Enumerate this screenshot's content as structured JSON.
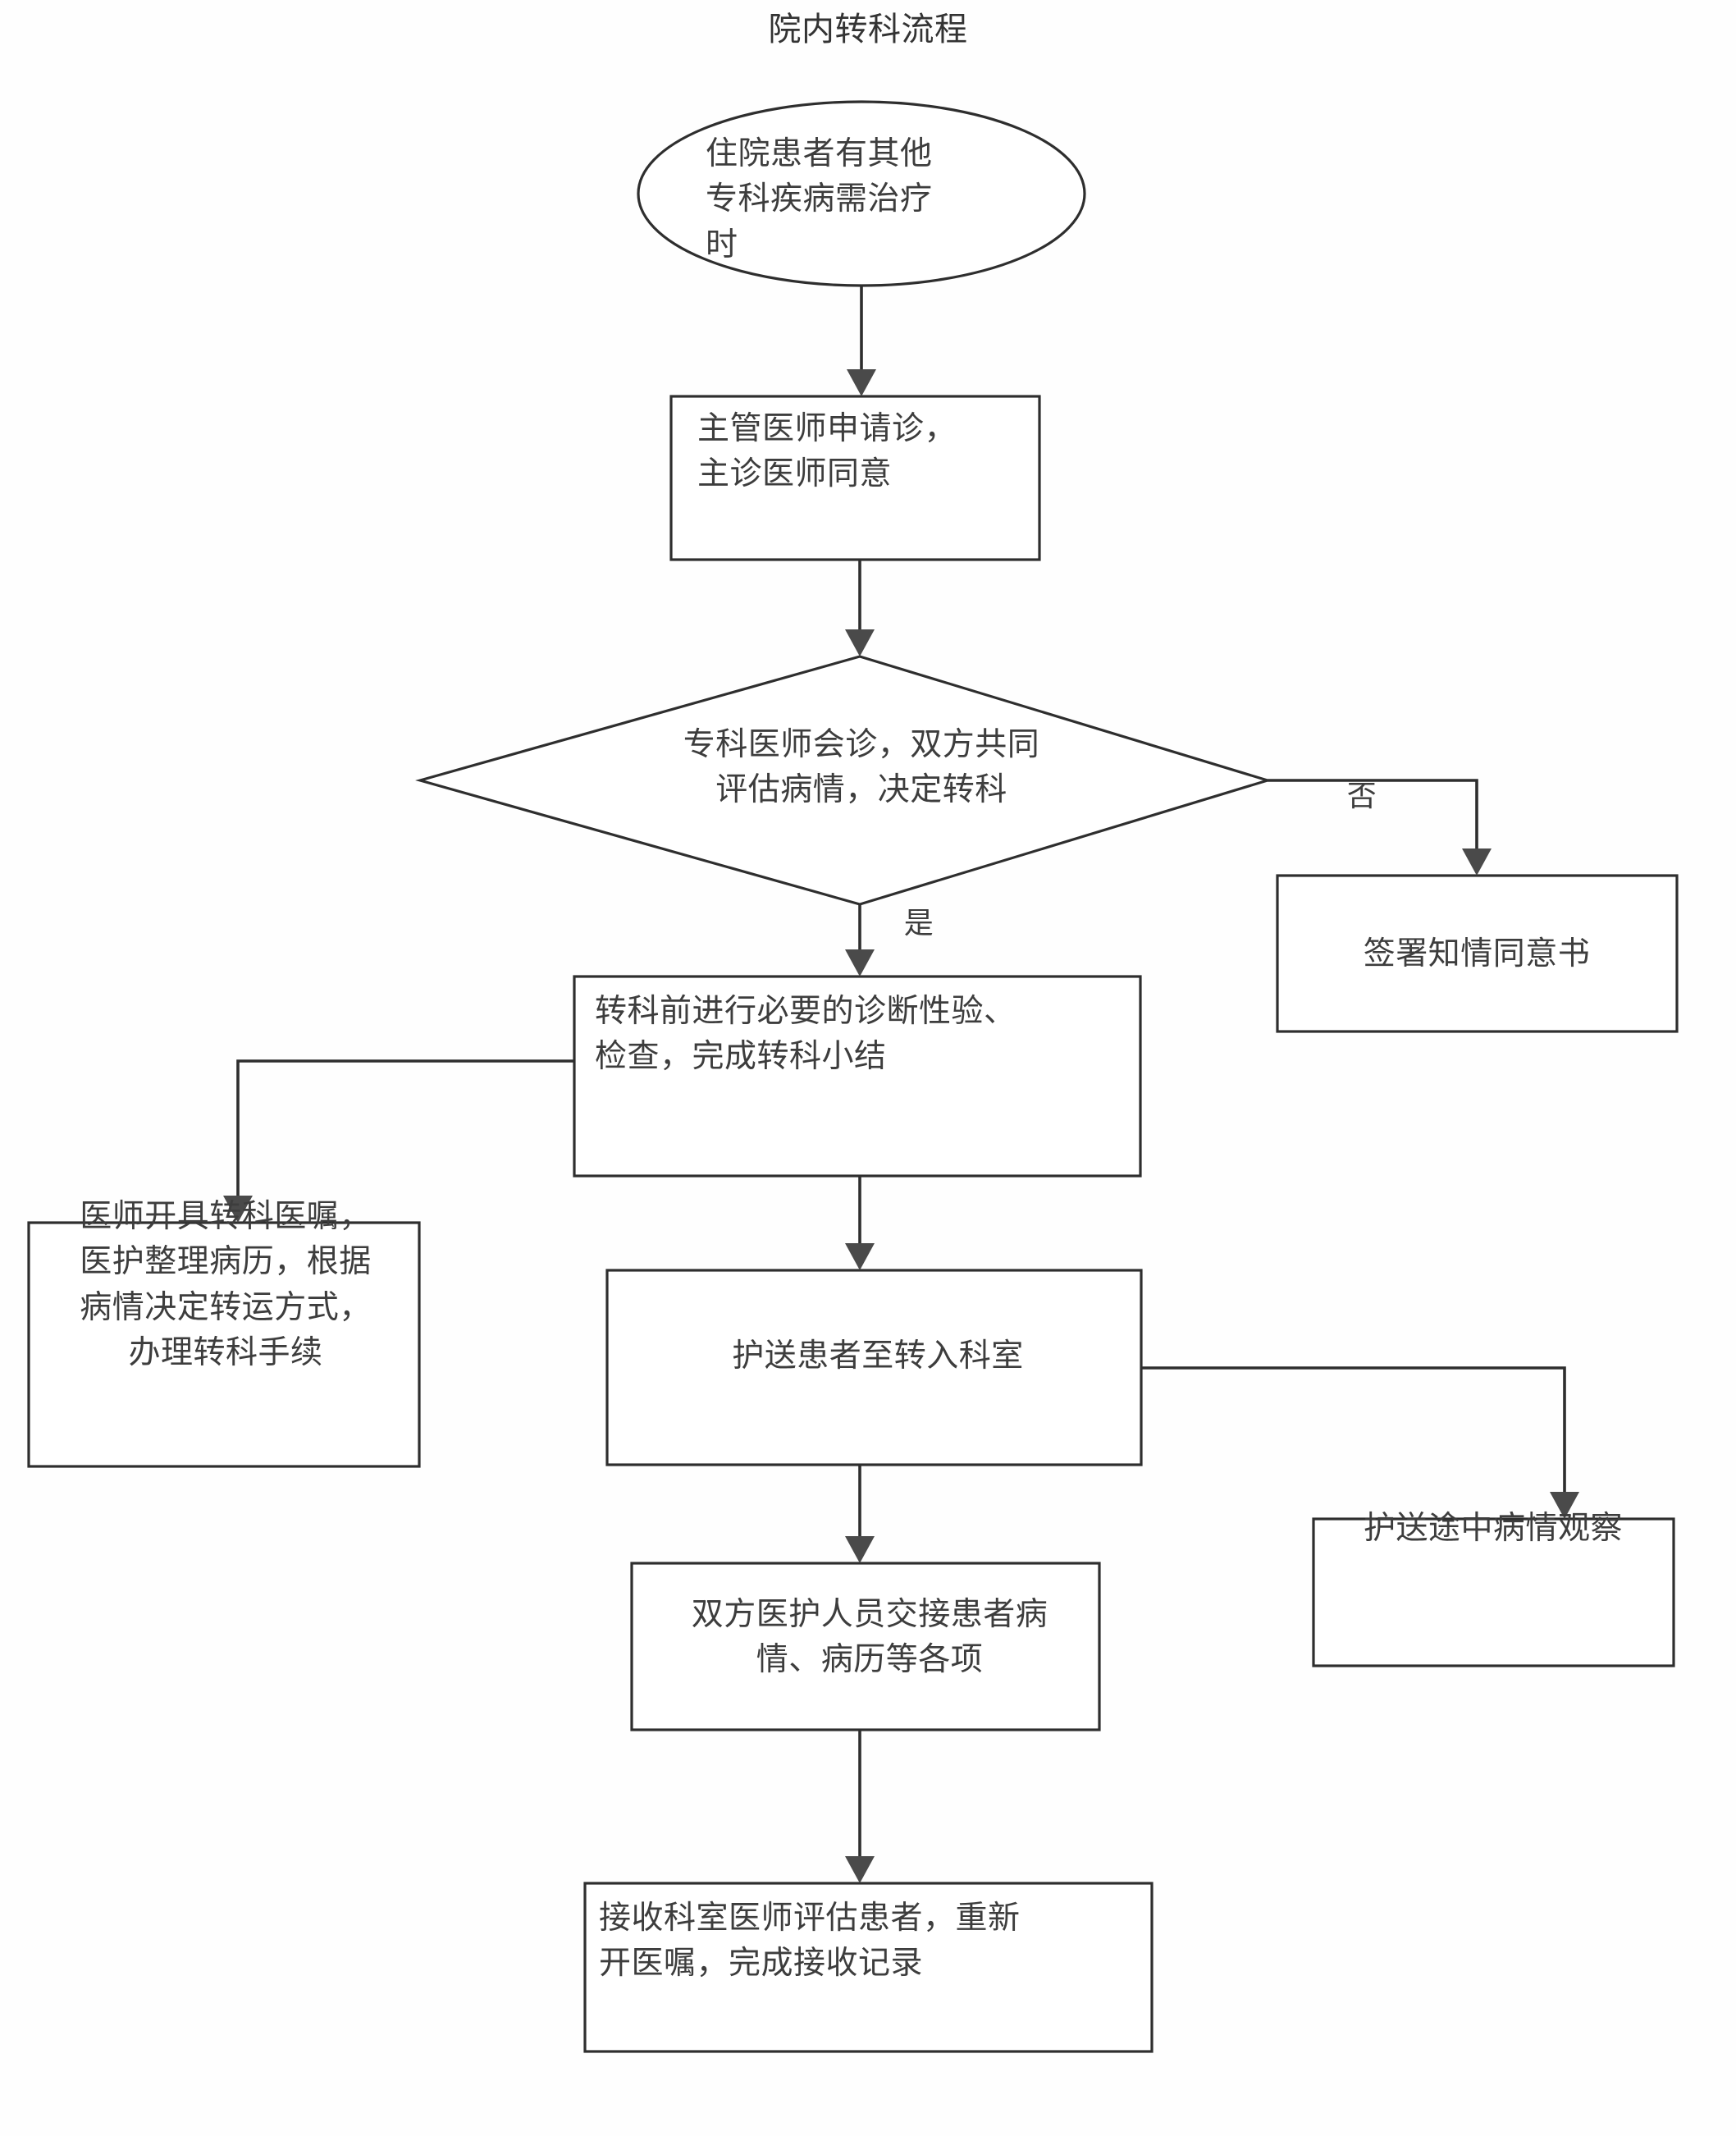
{
  "title": "院内转科流程",
  "diagram": {
    "type": "flowchart",
    "orientation": "top-to-bottom",
    "nodes": [
      {
        "id": "start",
        "shape": "ellipse",
        "text": "住院患者有其他\n专科疾病需治疗\n时",
        "note": "third line clipped by ellipse bottom"
      },
      {
        "id": "apply",
        "shape": "rectangle",
        "text": "主管医师申请诊，\n主诊医师同意"
      },
      {
        "id": "decide",
        "shape": "diamond",
        "text": "专科医师会诊，双方共同\n评估病情，决定转科"
      },
      {
        "id": "consent",
        "shape": "rectangle",
        "text": "签署知情同意书"
      },
      {
        "id": "prep",
        "shape": "rectangle",
        "text": "转科前进行必要的诊断性验、\n检查，完成转科小结"
      },
      {
        "id": "orders",
        "shape": "rectangle",
        "text": "医师开具转科医嘱，\n医护整理病历，根据\n病情决定转运方式，\n办理转科手续"
      },
      {
        "id": "escort",
        "shape": "rectangle",
        "text": "护送患者至转入科室"
      },
      {
        "id": "observe",
        "shape": "rectangle",
        "text": "护送途中病情观察"
      },
      {
        "id": "handover",
        "shape": "rectangle",
        "text": "双方医护人员交接患者病\n情、病历等各项"
      },
      {
        "id": "receive",
        "shape": "rectangle",
        "text": "接收科室医师评估患者，重新\n开医嘱，完成接收记录"
      }
    ],
    "edges": [
      {
        "from": "start",
        "to": "apply",
        "label": ""
      },
      {
        "from": "apply",
        "to": "decide",
        "label": ""
      },
      {
        "from": "decide",
        "to": "consent",
        "label": "否"
      },
      {
        "from": "decide",
        "to": "prep",
        "label": "是"
      },
      {
        "from": "prep",
        "to": "orders",
        "label": ""
      },
      {
        "from": "prep",
        "to": "escort",
        "label": ""
      },
      {
        "from": "escort",
        "to": "observe",
        "label": ""
      },
      {
        "from": "escort",
        "to": "handover",
        "label": ""
      },
      {
        "from": "handover",
        "to": "receive",
        "label": ""
      }
    ],
    "branch_labels": {
      "no": "否",
      "yes": "是"
    },
    "colors": {
      "background": "#fefefe",
      "stroke": "#2e2e2e",
      "text": "#3d3d3d",
      "fill": "#ffffff"
    }
  }
}
